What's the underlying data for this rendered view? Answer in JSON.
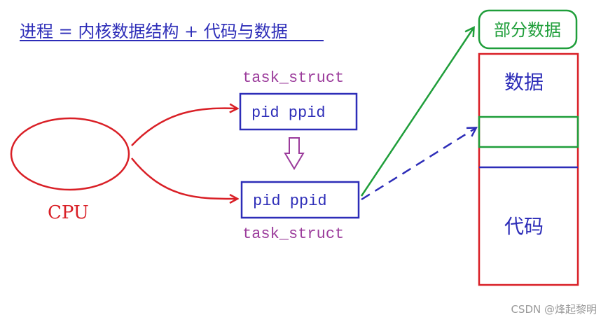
{
  "header": {
    "title": "进程 = 内核数据结构 + 代码与数据"
  },
  "cpu": {
    "label": "CPU"
  },
  "task_top": {
    "name": "task_struct",
    "fields": "pid ppid"
  },
  "task_bottom": {
    "name": "task_struct",
    "fields": "pid ppid"
  },
  "memory": {
    "data_label": "数据",
    "code_label": "代码",
    "partial_label": "部分数据"
  },
  "watermark": {
    "text": "CSDN @烽起黎明"
  },
  "colors": {
    "red": "#d91f26",
    "blue": "#2d2db8",
    "green": "#1f9e3a",
    "purple": "#9b3b9b"
  }
}
